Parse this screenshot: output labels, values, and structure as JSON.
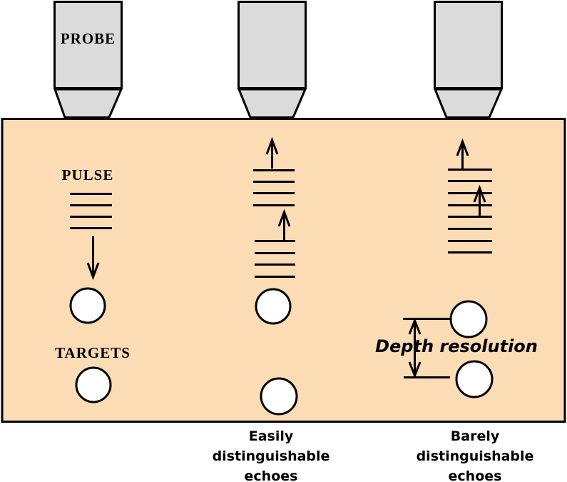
{
  "labels": {
    "probe": "PROBE",
    "pulse": "PULSE",
    "targets": "TARGETS",
    "depth_resolution": "Depth resolution"
  },
  "captions": {
    "middle": "Easily\ndistinguishable\nechoes",
    "right": "Barely\ndistinguishable\nechoes"
  },
  "colors": {
    "background": "#FFFFFF",
    "medium_fill": "#FBDCB4",
    "probe_fill": "#DBDBDB",
    "outline": "#000000",
    "target_fill": "#FFFFFF"
  },
  "diagram": {
    "columns": [
      {
        "role": "transmitted-pulse",
        "wavefront_lines": 4,
        "arrow_direction": "down",
        "targets": 2
      },
      {
        "role": "easily-distinguishable-echoes",
        "echo_groups": 2,
        "wavefront_lines_per_group": 4,
        "arrow_direction": "up",
        "targets": 2
      },
      {
        "role": "barely-distinguishable-echoes",
        "wavefront_lines": 8,
        "overlapping_echoes": true,
        "arrow_direction": "up",
        "targets": 2
      }
    ]
  }
}
